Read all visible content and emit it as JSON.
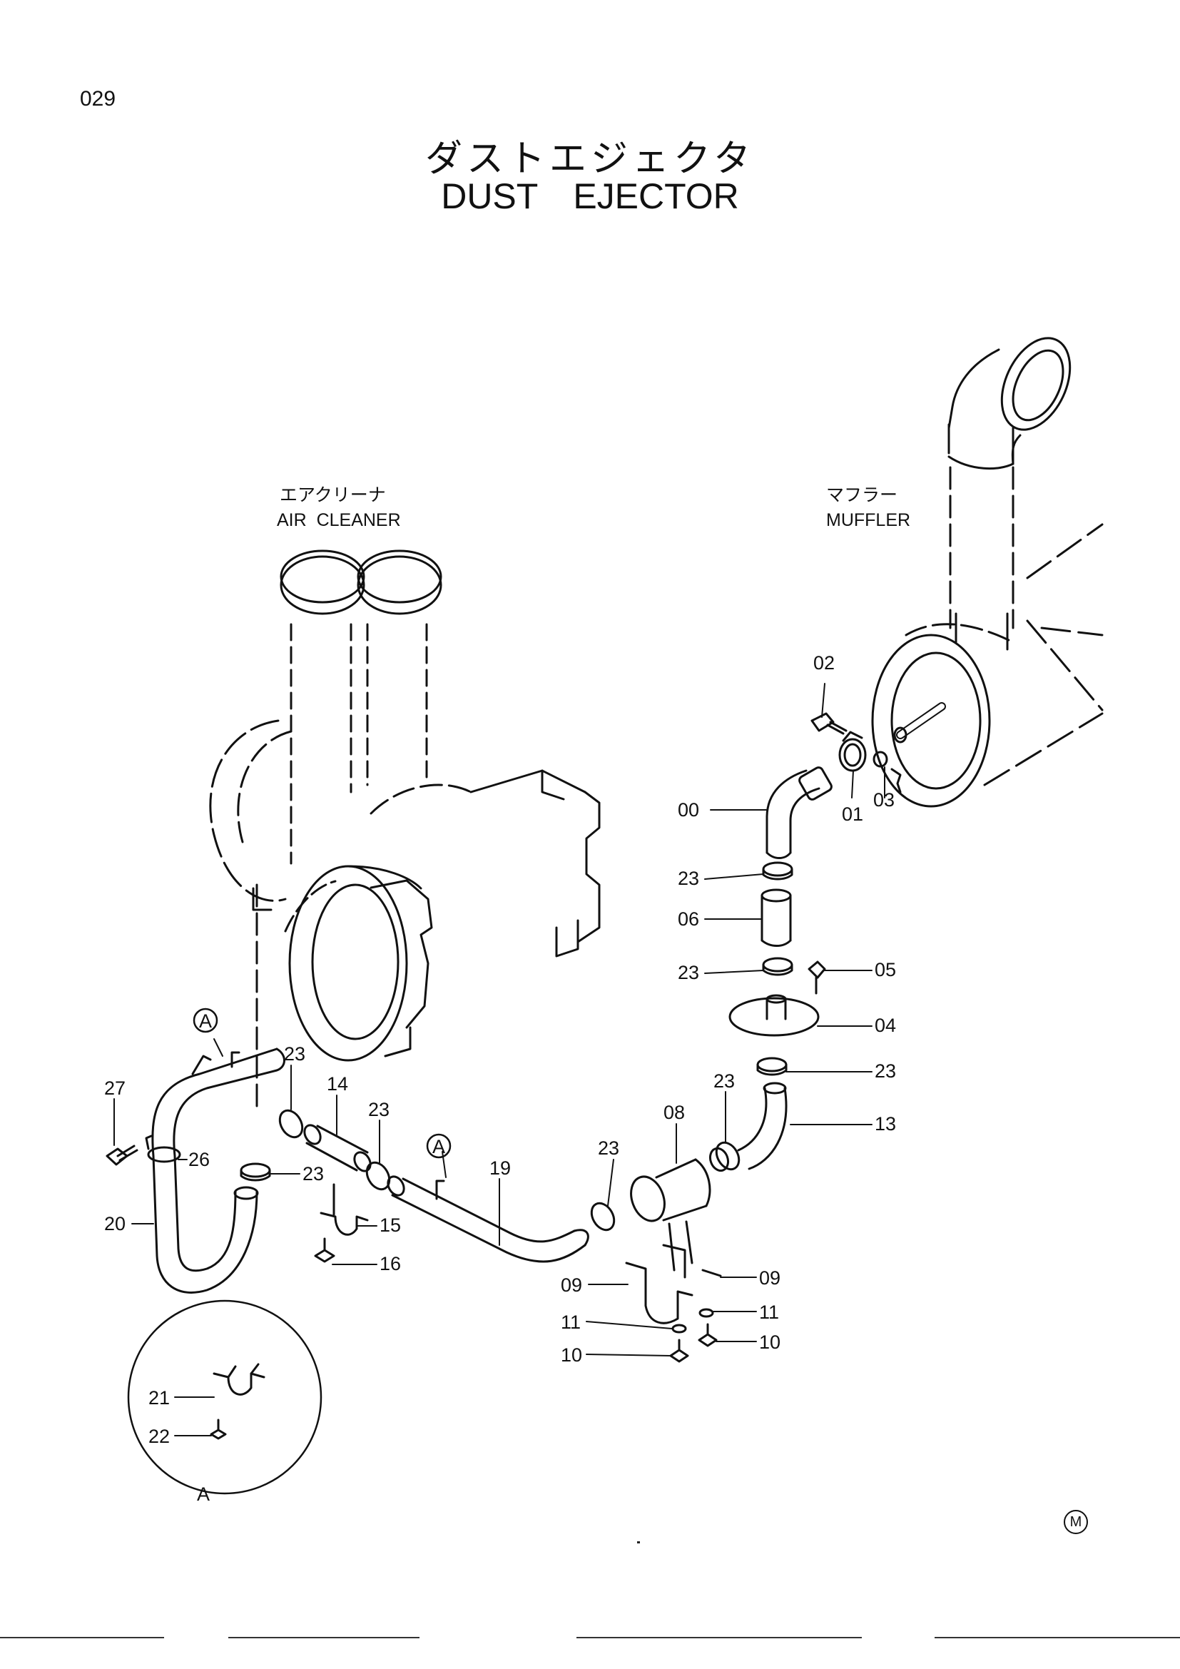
{
  "page_number": "029",
  "title": {
    "japanese": "ダストエジェクタ",
    "english": "DUST  EJECTOR"
  },
  "components": {
    "air_cleaner": {
      "japanese": "エアクリーナ",
      "english": "AIR  CLEANER"
    },
    "muffler": {
      "japanese": "マフラー",
      "english": "MUFFLER"
    }
  },
  "detail_marker": "A",
  "callouts": {
    "c00": "00",
    "c01": "01",
    "c02": "02",
    "c03": "03",
    "c04": "04",
    "c05": "05",
    "c06": "06",
    "c08": "08",
    "c09": "09",
    "c10": "10",
    "c11": "11",
    "c13": "13",
    "c14": "14",
    "c15": "15",
    "c16": "16",
    "c19": "19",
    "c20": "20",
    "c21": "21",
    "c22": "22",
    "c23": "23",
    "c26": "26",
    "c27": "27"
  },
  "corner_mark": "M"
}
